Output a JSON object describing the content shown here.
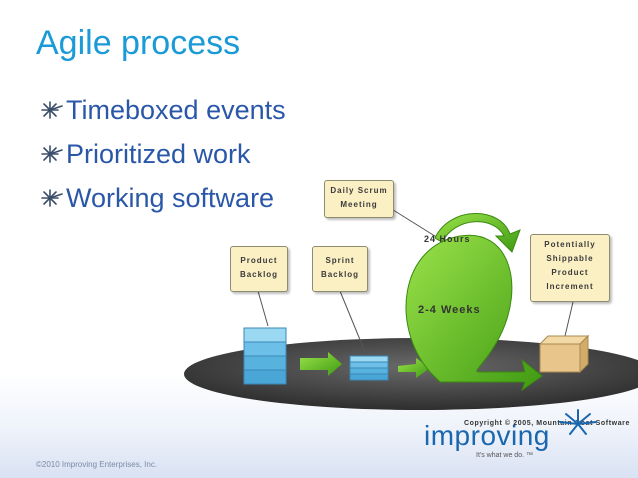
{
  "slide": {
    "title": "Agile process",
    "bullets": [
      {
        "text": "Timeboxed events",
        "icon": "sparkle-bullet-icon"
      },
      {
        "text": "Prioritized work",
        "icon": "sparkle-bullet-icon"
      },
      {
        "text": "Working software",
        "icon": "sparkle-bullet-icon"
      }
    ]
  },
  "diagram": {
    "notes": {
      "daily_scrum": [
        "Daily Scrum",
        "Meeting"
      ],
      "product_backlog": [
        "Product",
        "Backlog"
      ],
      "sprint_backlog": [
        "Sprint",
        "Backlog"
      ],
      "potentially_shippable": [
        "Potentially",
        "Shippable",
        "Product",
        "Increment"
      ]
    },
    "cycle_labels": {
      "daily": "24 Hours",
      "sprint": "2-4 Weeks"
    },
    "copyright": "Copyright © 2005, Mountain Goat Software",
    "colors": {
      "arrow_green": "#5bb51f",
      "platform": "#3a3a3a",
      "backlog_blue": "#6cc0e8",
      "note_fill": "#fbefc4"
    }
  },
  "branding": {
    "logo_word": "improving",
    "tagline": "It's what we do. ™",
    "footer": "©2010 Improving Enterprises, Inc."
  }
}
